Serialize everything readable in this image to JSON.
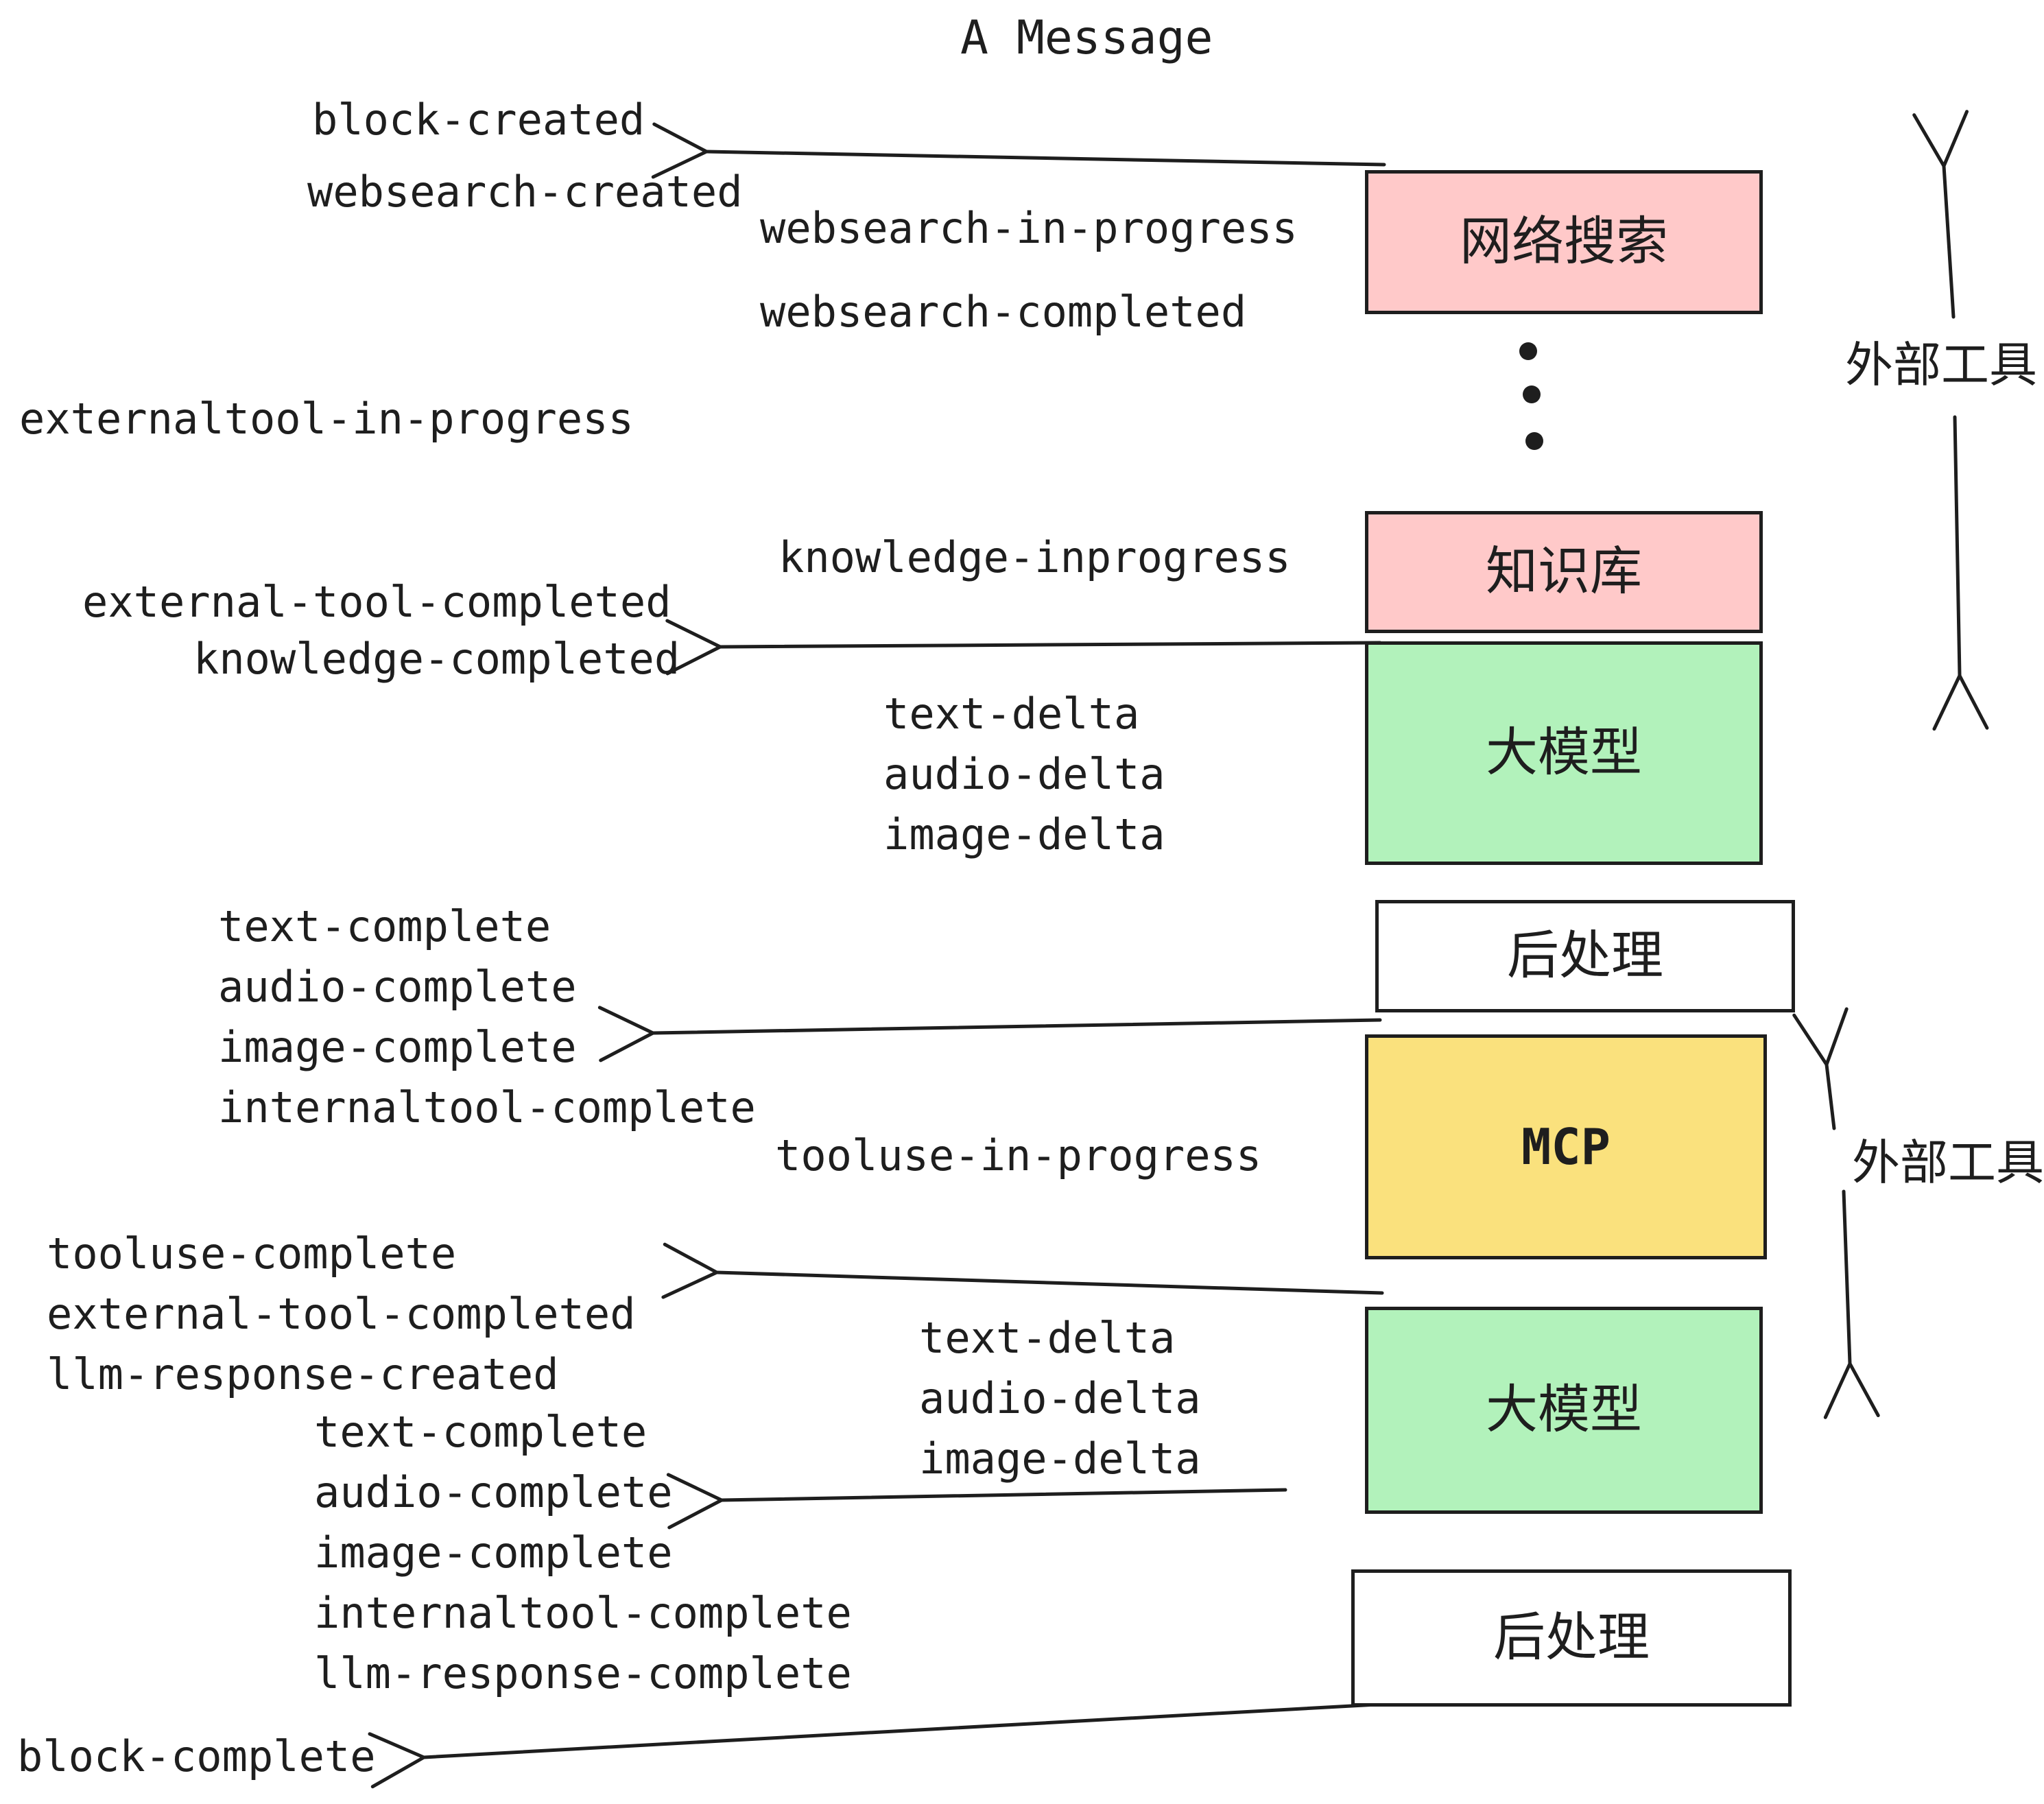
{
  "title": "A Message",
  "colors": {
    "pink": "#FFC9C9",
    "green": "#B2F2BB",
    "yellow": "#FAE17D",
    "white": "#FFFFFF",
    "ink": "#1E1E1E",
    "background": "#FFFFFF"
  },
  "boxes": {
    "websearch": {
      "label": "网络搜索"
    },
    "knowledge": {
      "label": "知识库"
    },
    "llm1": {
      "label": "大模型"
    },
    "post1": {
      "label": "后处理"
    },
    "mcp": {
      "label": "MCP"
    },
    "llm2": {
      "label": "大模型"
    },
    "post2": {
      "label": "后处理"
    }
  },
  "side_labels": {
    "external_tools_1": "外部工具",
    "external_tools_2": "外部工具"
  },
  "events": {
    "block_created": "block-created",
    "websearch_created": "websearch-created",
    "websearch_in_progress": "websearch-in-progress",
    "websearch_completed": "websearch-completed",
    "externaltool_in_progress": "externaltool-in-progress",
    "knowledge_inprogress": "knowledge-inprogress",
    "external_tool_completed_1": "external-tool-completed",
    "knowledge_completed": "knowledge-completed",
    "text_delta_1": "text-delta",
    "audio_delta_1": "audio-delta",
    "image_delta_1": "image-delta",
    "text_complete_1": "text-complete",
    "audio_complete_1": "audio-complete",
    "image_complete_1": "image-complete",
    "internaltool_complete_1": "internaltool-complete",
    "tooluse_in_progress": "tooluse-in-progress",
    "tooluse_complete": "tooluse-complete",
    "external_tool_completed_2": "external-tool-completed",
    "llm_response_created": "llm-response-created",
    "text_delta_2": "text-delta",
    "audio_delta_2": "audio-delta",
    "image_delta_2": "image-delta",
    "text_complete_2": "text-complete",
    "audio_complete_2": "audio-complete",
    "image_complete_2": "image-complete",
    "internaltool_complete_2": "internaltool-complete",
    "llm_response_complete": "llm-response-complete",
    "block_complete": "block-complete"
  }
}
